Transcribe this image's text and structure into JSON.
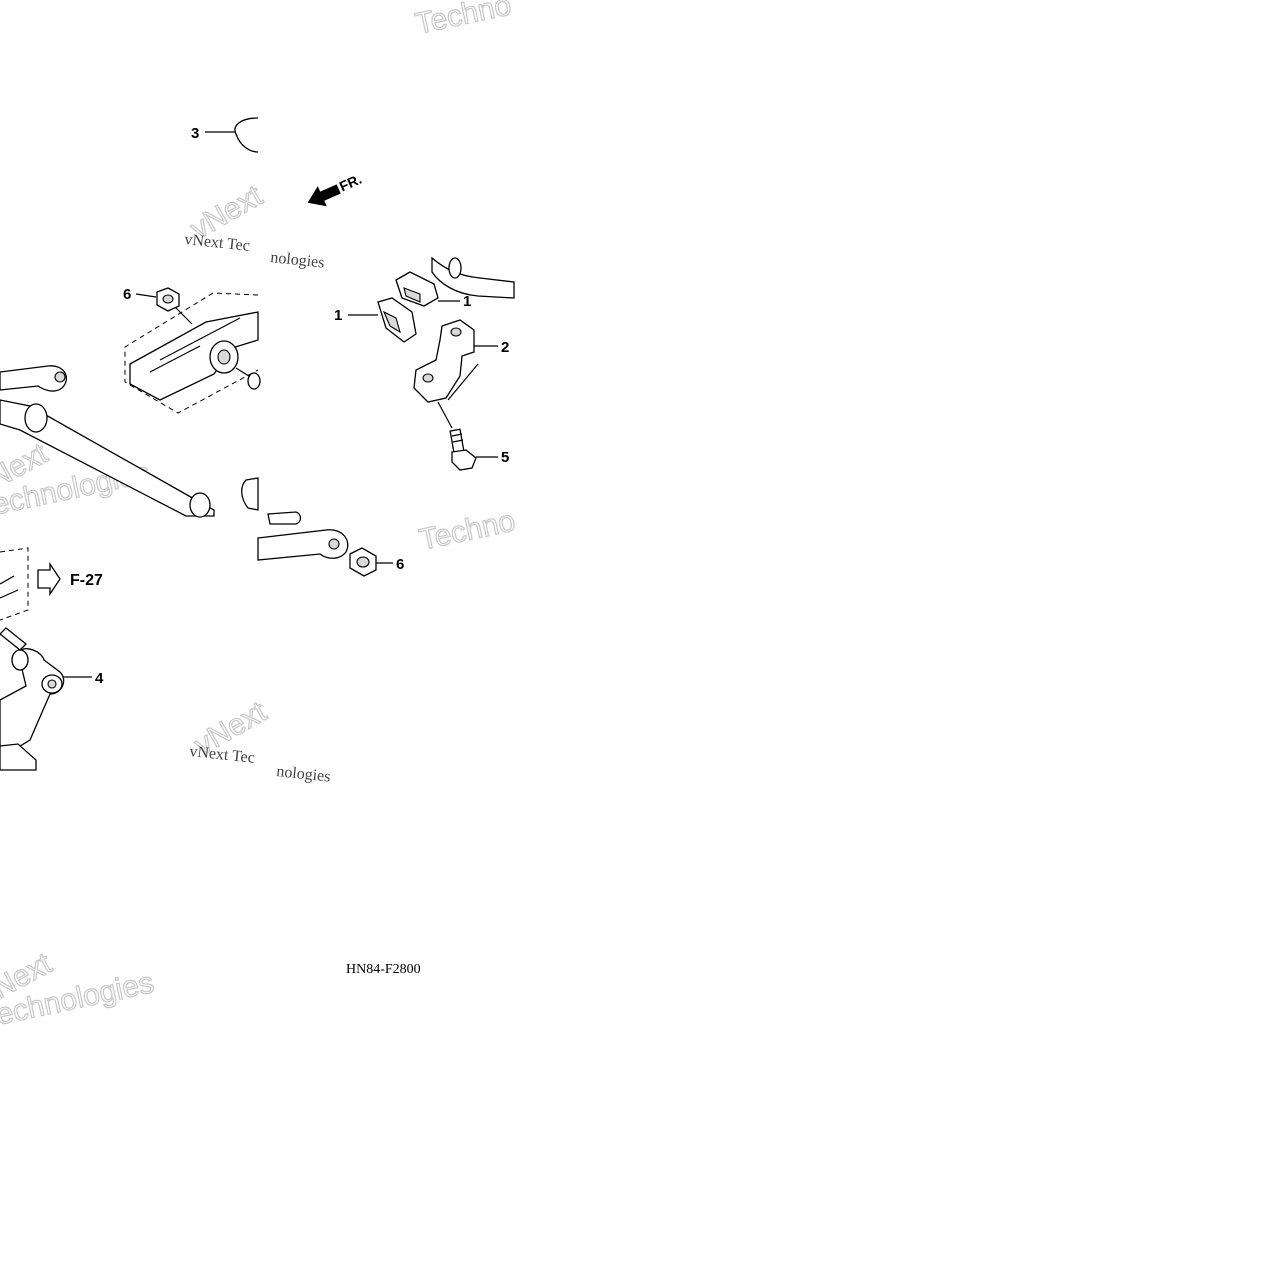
{
  "diagram": {
    "callouts": {
      "c1a": "1",
      "c1b": "1",
      "c2": "2",
      "c3": "3",
      "c4": "4",
      "c5": "5",
      "c6a": "6",
      "c6b": "6"
    },
    "direction_label": "FR.",
    "reference_label": "F-27",
    "drawing_code": "HN84-F2800"
  },
  "watermark": {
    "brand_word": "Technologies",
    "brand_fragment": "Techno",
    "brand_short": "vNext",
    "brand_serif_a": "vNext Tec",
    "brand_serif_b": "nologies"
  }
}
